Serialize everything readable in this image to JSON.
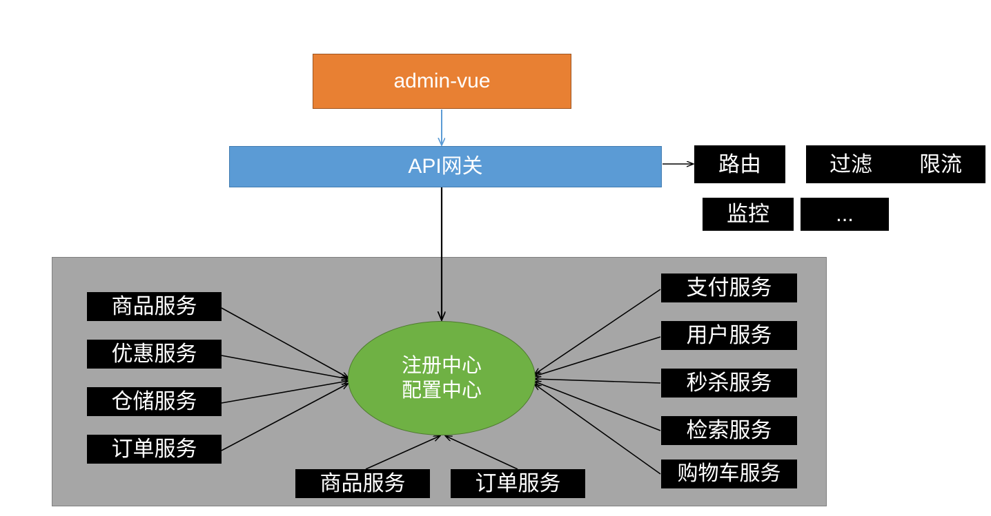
{
  "diagram": {
    "title": "microservice-architecture",
    "colors": {
      "client": "#E88033",
      "gateway": "#5B9BD5",
      "registry": "#6FB144",
      "container": "#A6A6A6",
      "chip": "#000000",
      "arrow": "#000000",
      "arrow_client": "#5B9BD5"
    }
  },
  "client": {
    "label": "admin-vue"
  },
  "gateway": {
    "label": "API网关",
    "features": [
      {
        "label": "路由"
      },
      {
        "label": "过滤"
      },
      {
        "label": "限流"
      },
      {
        "label": "监控"
      },
      {
        "label": "..."
      }
    ]
  },
  "registry": {
    "line1": "注册中心",
    "line2": "配置中心"
  },
  "services": {
    "left": [
      {
        "label": "商品服务"
      },
      {
        "label": "优惠服务"
      },
      {
        "label": "仓储服务"
      },
      {
        "label": "订单服务"
      }
    ],
    "right": [
      {
        "label": "支付服务"
      },
      {
        "label": "用户服务"
      },
      {
        "label": "秒杀服务"
      },
      {
        "label": "检索服务"
      },
      {
        "label": "购物车服务"
      }
    ],
    "bottom": [
      {
        "label": "商品服务"
      },
      {
        "label": "订单服务"
      }
    ]
  }
}
